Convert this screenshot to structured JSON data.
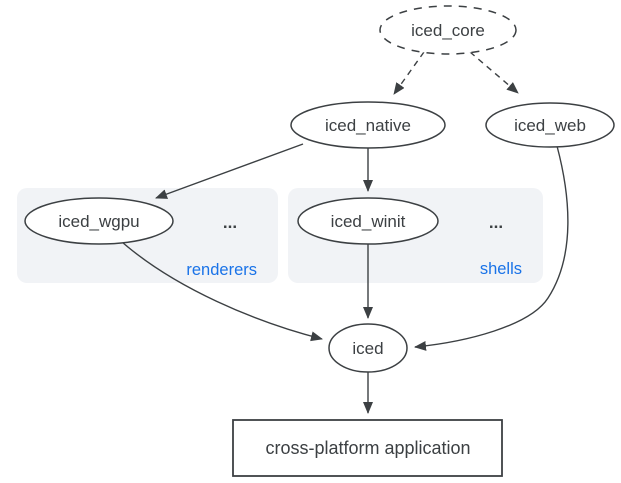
{
  "diagram": {
    "description": "iced crate ecosystem dependency diagram",
    "colors": {
      "background": "#ffffff",
      "stroke": "#3c4043",
      "text": "#3c4043",
      "group_fill": "#f1f3f6",
      "group_label_text": "#1a73e8"
    },
    "nodes": {
      "iced_core": {
        "label": "iced_core",
        "shape": "ellipse",
        "style": "dashed"
      },
      "iced_native": {
        "label": "iced_native",
        "shape": "ellipse",
        "style": "solid"
      },
      "iced_web": {
        "label": "iced_web",
        "shape": "ellipse",
        "style": "solid"
      },
      "iced_wgpu": {
        "label": "iced_wgpu",
        "shape": "ellipse",
        "style": "solid"
      },
      "iced_winit": {
        "label": "iced_winit",
        "shape": "ellipse",
        "style": "solid"
      },
      "iced": {
        "label": "iced",
        "shape": "ellipse",
        "style": "solid"
      },
      "application": {
        "label": "cross-platform application",
        "shape": "rectangle",
        "style": "solid"
      }
    },
    "groups": {
      "renderers": {
        "label": "renderers",
        "ellipsis": "...",
        "contains": [
          "iced_wgpu"
        ]
      },
      "shells": {
        "label": "shells",
        "ellipsis": "...",
        "contains": [
          "iced_winit"
        ]
      }
    },
    "edges": [
      {
        "from": "iced_core",
        "to": "iced_native",
        "style": "dashed"
      },
      {
        "from": "iced_core",
        "to": "iced_web",
        "style": "dashed"
      },
      {
        "from": "iced_native",
        "to": "iced_wgpu",
        "style": "solid"
      },
      {
        "from": "iced_native",
        "to": "iced_winit",
        "style": "solid"
      },
      {
        "from": "iced_wgpu",
        "to": "iced",
        "style": "solid"
      },
      {
        "from": "iced_winit",
        "to": "iced",
        "style": "solid"
      },
      {
        "from": "iced_web",
        "to": "iced",
        "style": "solid"
      },
      {
        "from": "iced",
        "to": "application",
        "style": "solid"
      }
    ]
  }
}
